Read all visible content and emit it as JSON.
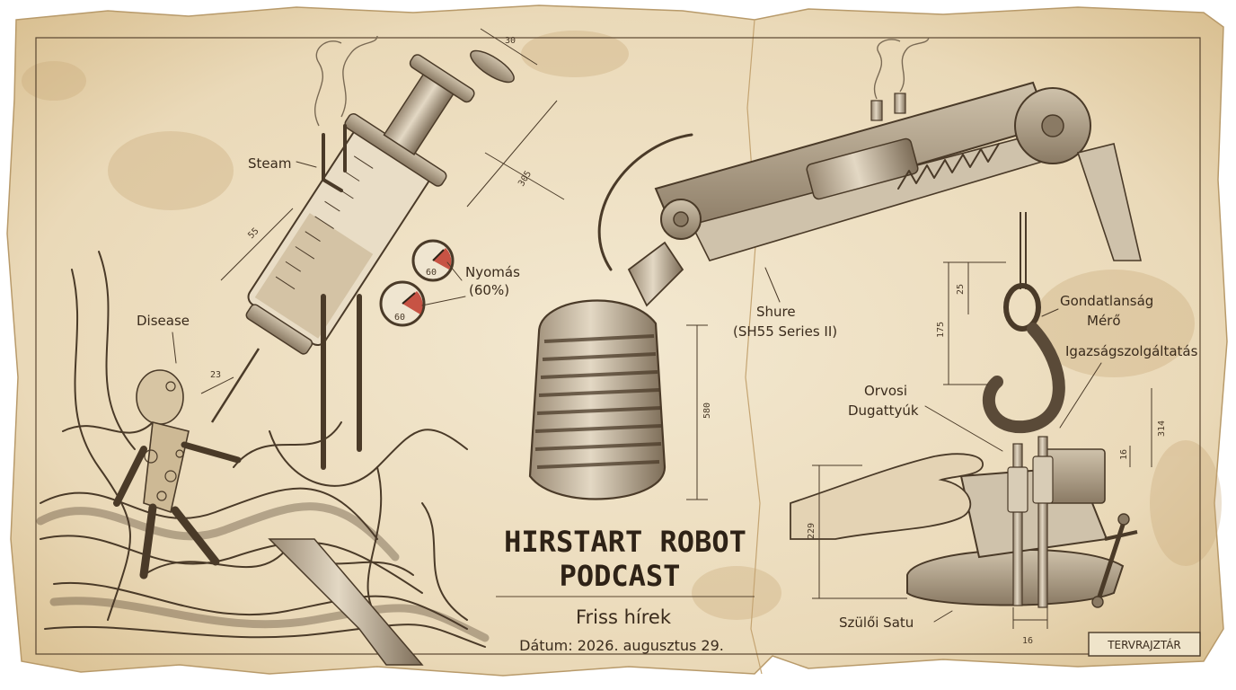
{
  "title": {
    "line1": "HIRSTART ROBOT",
    "line2": "PODCAST",
    "subtitle": "Friss hírek",
    "date": "Dátum: 2026. augusztus 29."
  },
  "labels": {
    "steam": "Steam",
    "disease": "Disease",
    "pressure_1": "Nyomás",
    "pressure_2": "(60%)",
    "mic_1": "Shure",
    "mic_2": "(SH55 Series II)",
    "meter_1": "Gondatlanság",
    "meter_2": "Mérő",
    "justice": "Igazságszolgáltatás",
    "pistons_1": "Orvosi",
    "pistons_2": "Dugattyúk",
    "vise": "Szülői Satu"
  },
  "stamp": "TERVRAJZTÁR",
  "dimensions": {
    "d30": "30",
    "d305": "305",
    "d55": "55",
    "d23": "23",
    "d25": "25",
    "d175": "175",
    "d580": "580",
    "d314": "314",
    "d16a": "16",
    "d229": "229",
    "d16b": "16"
  },
  "gauges": {
    "upper_reading": "60",
    "lower_reading": "60",
    "pressure_percent": 60
  },
  "colors": {
    "paper": "#efe2c6",
    "ink": "#3a2b1c",
    "stain": "#c9a877",
    "gauge_red": "#c0392b"
  }
}
